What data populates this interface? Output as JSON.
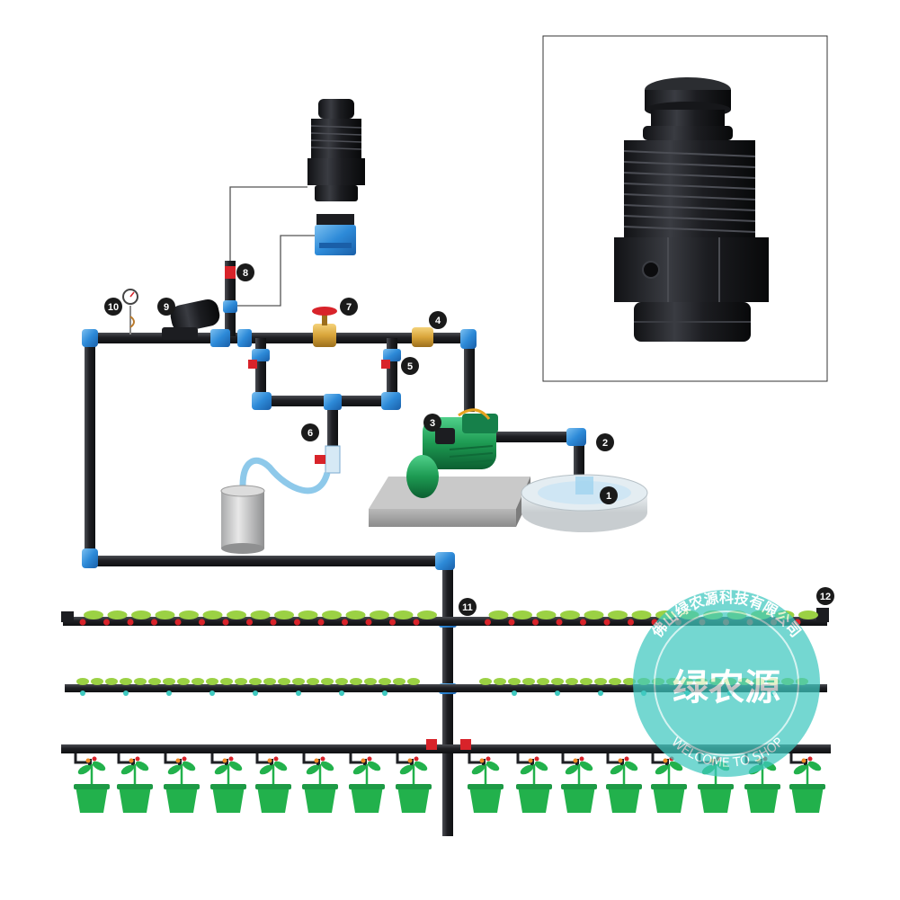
{
  "diagram": {
    "callouts": [
      {
        "id": "1",
        "label": "1"
      },
      {
        "id": "2",
        "label": "2"
      },
      {
        "id": "3",
        "label": "3"
      },
      {
        "id": "4",
        "label": "4"
      },
      {
        "id": "5",
        "label": "5"
      },
      {
        "id": "6",
        "label": "6"
      },
      {
        "id": "7",
        "label": "7"
      },
      {
        "id": "8",
        "label": "8"
      },
      {
        "id": "9",
        "label": "9"
      },
      {
        "id": "10",
        "label": "10"
      },
      {
        "id": "11",
        "label": "11"
      },
      {
        "id": "12",
        "label": "12"
      }
    ]
  },
  "watermark": {
    "main": "绿农源",
    "company": "佛山绿农源科技有限公司",
    "welcome": "WELCOME TO SHOP"
  },
  "colors": {
    "pipe": "#1f2024",
    "fitting": "#2d8ad8",
    "valve_red": "#d8232a",
    "brass": "#d9a53a",
    "pump_green": "#1d9a52",
    "plant_green": "#22b14c",
    "leaf_green": "#9bd144",
    "watermark": "#3fc9c0",
    "callout": "#1a1a1a"
  }
}
